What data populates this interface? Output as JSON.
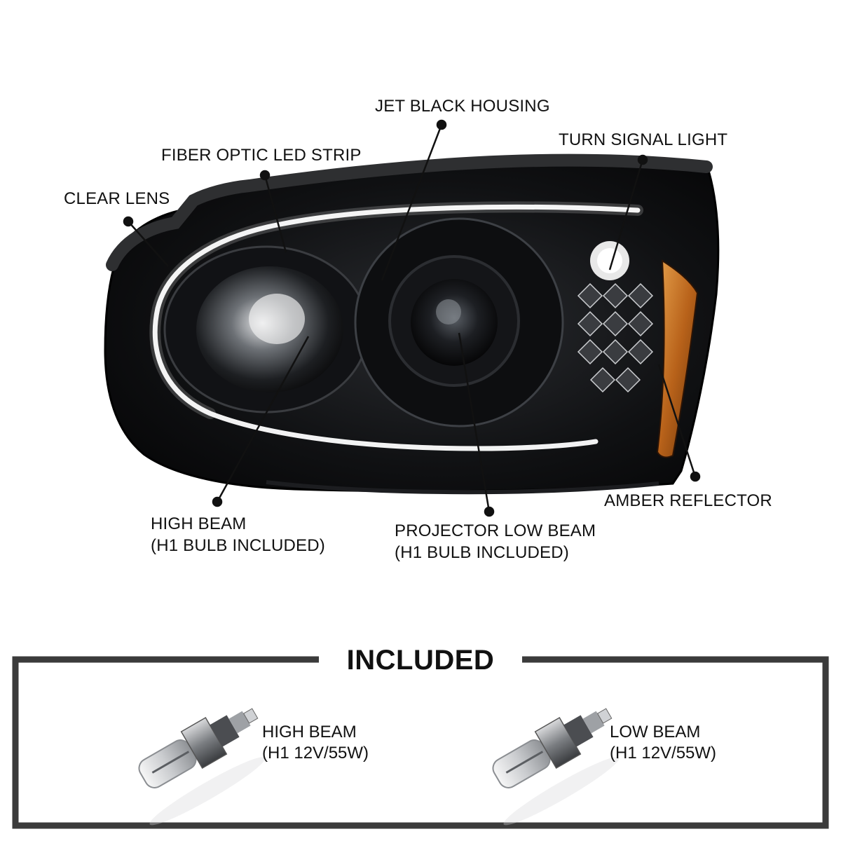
{
  "callouts": {
    "jet_black_housing": "JET BLACK HOUSING",
    "turn_signal_light": "TURN SIGNAL LIGHT",
    "fiber_optic_led_strip": "FIBER OPTIC LED STRIP",
    "clear_lens": "CLEAR LENS",
    "amber_reflector": "AMBER REFLECTOR",
    "high_beam": {
      "line1": "HIGH BEAM",
      "line2": "(H1 BULB INCLUDED)"
    },
    "projector_low_beam": {
      "line1": "PROJECTOR LOW BEAM",
      "line2": "(H1 BULB INCLUDED)"
    }
  },
  "included": {
    "title": "INCLUDED",
    "bulbs": [
      {
        "line1": "HIGH BEAM",
        "line2": "(H1 12V/55W)"
      },
      {
        "line1": "LOW BEAM",
        "line2": "(H1 12V/55W)"
      }
    ]
  },
  "colors": {
    "frame": "#3b3b3b",
    "text": "#111111",
    "housing": "#0b0b0d",
    "amber": "#c7741e",
    "led_strip": "#ffffff"
  },
  "icons": [
    "headlight-assembly",
    "h1-bulb-icon"
  ]
}
